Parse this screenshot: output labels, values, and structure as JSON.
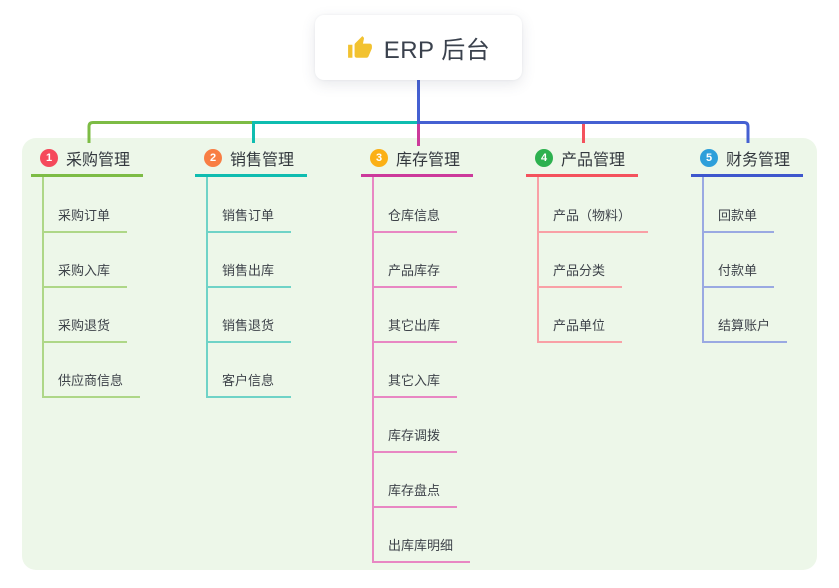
{
  "root": {
    "icon": "thumbs-up-emoji",
    "title": "ERP 后台"
  },
  "connectors": {
    "root_line_color": "#4560D2"
  },
  "panel": {
    "background": "#EDF7E9"
  },
  "branches": [
    {
      "num": "1",
      "title": "采购管理",
      "badge_color": "#F5495B",
      "line_color": "#7DBC45",
      "item_line_color": "#AED787",
      "items": [
        "采购订单",
        "采购入库",
        "采购退货",
        "供应商信息"
      ]
    },
    {
      "num": "2",
      "title": "销售管理",
      "badge_color": "#F87E44",
      "line_color": "#0FBDB0",
      "item_line_color": "#6FD3C7",
      "items": [
        "销售订单",
        "销售出库",
        "销售退货",
        "客户信息"
      ]
    },
    {
      "num": "3",
      "title": "库存管理",
      "badge_color": "#FBB016",
      "line_color": "#CC3A9B",
      "item_line_color": "#E887C3",
      "items": [
        "仓库信息",
        "产品库存",
        "其它出库",
        "其它入库",
        "库存调拨",
        "库存盘点",
        "出库库明细"
      ]
    },
    {
      "num": "4",
      "title": "产品管理",
      "badge_color": "#2DB14F",
      "line_color": "#F4525D",
      "item_line_color": "#F9A0A6",
      "items": [
        "产品（物料）",
        "产品分类",
        "产品单位"
      ]
    },
    {
      "num": "5",
      "title": "财务管理",
      "badge_color": "#2E9FDA",
      "line_color": "#3E57CD",
      "item_line_color": "#9AA9E2",
      "items": [
        "回款单",
        "付款单",
        "结算账户"
      ]
    }
  ]
}
